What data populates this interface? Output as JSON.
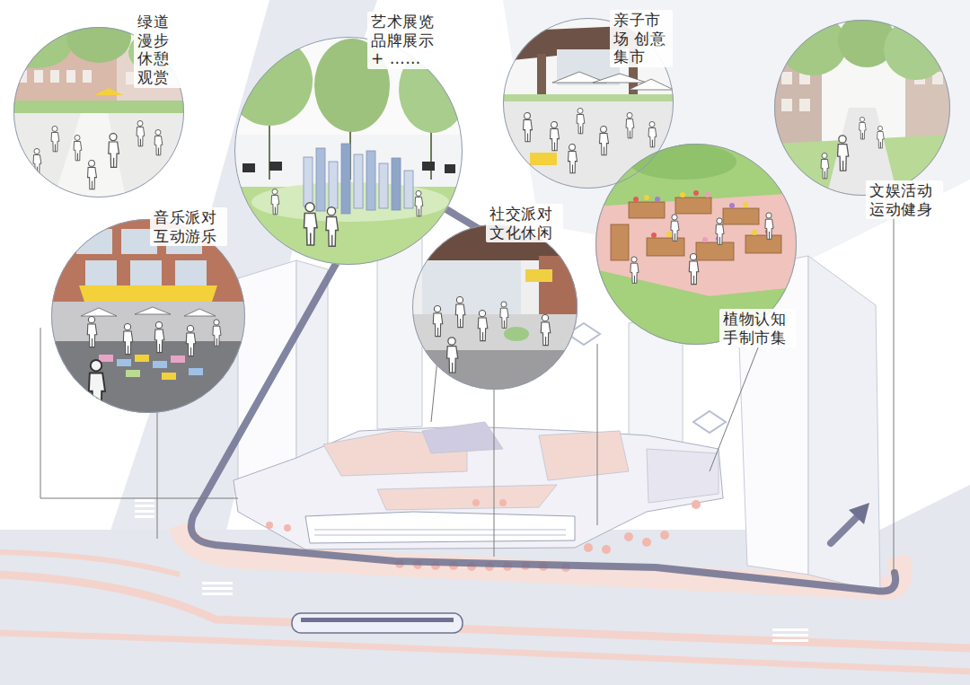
{
  "diagram": {
    "nodes": [
      {
        "text": [
          "绿道漫步 休憩观赏"
        ]
      },
      {
        "text": [
          "艺术展览 品牌展示 + ……"
        ]
      },
      {
        "text": [
          "亲子市场 创意集市"
        ]
      },
      {
        "text": [
          "文娱活动 运动健身"
        ]
      },
      {
        "text": [
          "音乐派对 互动游乐"
        ]
      },
      {
        "text": [
          "社交派对 文化休闲"
        ]
      },
      {
        "text": [
          "植物认知 手制市集"
        ]
      }
    ]
  }
}
